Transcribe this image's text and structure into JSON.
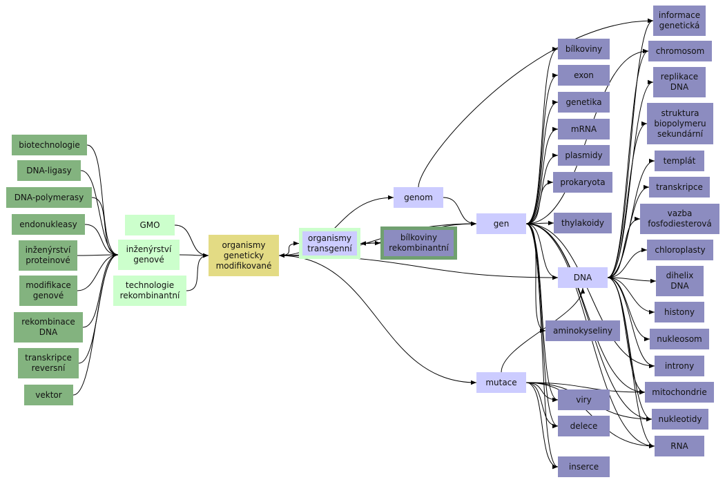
{
  "colors": {
    "green_dark": "#83b37f",
    "green_light": "#ccffcc",
    "yellow": "#e3db84",
    "lavender": "#ccccff",
    "purple": "#8c8cc0",
    "bilkoviny_border": "#70a070",
    "edge": "#000000"
  },
  "nodes": {
    "biotechnologie": "biotechnologie",
    "dna_ligasy": "DNA-ligasy",
    "dna_polymerasy": "DNA-polymerasy",
    "endonukleasy": "endonukleasy",
    "inzenyrstvi_proteinove": "inženýrství\nproteinové",
    "modifikace_genove": "modifikace\ngenové",
    "rekombinace_dna": "rekombinace\nDNA",
    "transkripce_reversni": "transkripce\nreversní",
    "vektor": "vektor",
    "gmo": "GMO",
    "inzenyrstvi_genove": "inženýrství\ngenové",
    "technologie_rekombinantni": "technologie\nrekombinantní",
    "organismy_gm": "organismy\ngeneticky\nmodifikované",
    "organismy_transgenni": "organismy\ntransgenní",
    "bilkoviny_rekombinantni": "bílkoviny\nrekombinantní",
    "genom": "genom",
    "gen": "gen",
    "dna": "DNA",
    "mutace": "mutace",
    "bilkoviny": "bílkoviny",
    "exon": "exon",
    "genetika": "genetika",
    "mrna": "mRNA",
    "plasmidy": "plasmidy",
    "prokaryota": "prokaryota",
    "thylakoidy": "thylakoidy",
    "aminokyseliny": "aminokyseliny",
    "viry": "viry",
    "delece": "delece",
    "inserce": "inserce",
    "informace_geneticka": "informace\ngenetická",
    "chromosom": "chromosom",
    "replikace_dna": "replikace\nDNA",
    "struktura_biopolymeru": "struktura\nbiopolymeru\nsekundární",
    "templat": "templát",
    "transkripce": "transkripce",
    "vazba_fosfodiesterova": "vazba\nfosfodiesterová",
    "chloroplasty": "chloroplasty",
    "dihelix_dna": "dihelix\nDNA",
    "histony": "histony",
    "nukleosom": "nukleosom",
    "introny": "introny",
    "mitochondrie": "mitochondrie",
    "nukleotidy": "nukleotidy",
    "rna": "RNA"
  }
}
